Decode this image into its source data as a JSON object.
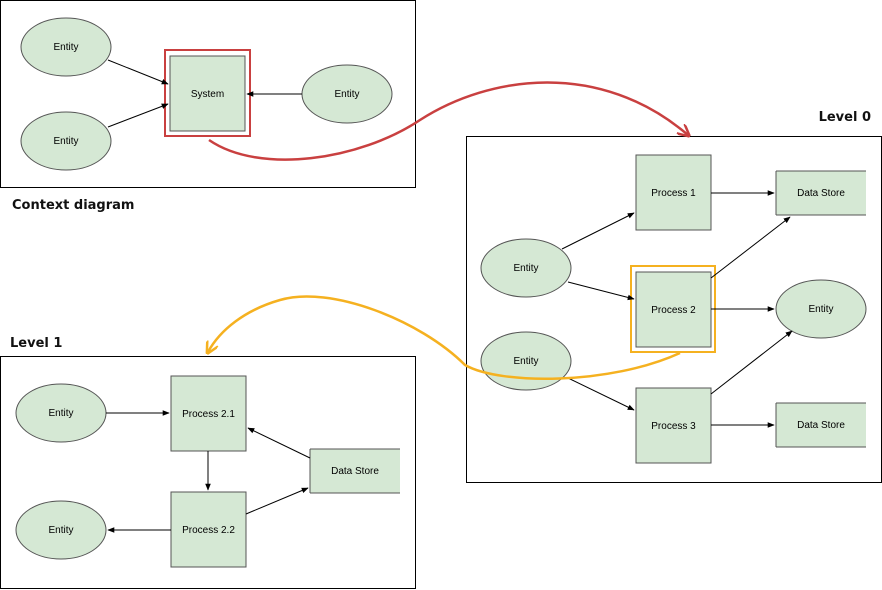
{
  "colors": {
    "node_fill": "#d5e8d4",
    "node_stroke": "#555555",
    "frame_stroke": "#000000",
    "red_highlight": "#c94040",
    "orange_highlight": "#f5b120"
  },
  "titles": {
    "context": "Context diagram",
    "level0": "Level 0",
    "level1": "Level 1"
  },
  "context": {
    "entity_top_left": "Entity",
    "entity_bottom_left": "Entity",
    "system": "System",
    "entity_right": "Entity"
  },
  "level0": {
    "entity_top": "Entity",
    "entity_bottom": "Entity",
    "process1": "Process 1",
    "process2": "Process 2",
    "process3": "Process 3",
    "store_top": "Data Store",
    "store_bottom": "Data Store",
    "entity_right": "Entity"
  },
  "level1": {
    "entity_top": "Entity",
    "entity_bottom": "Entity",
    "process21": "Process 2.1",
    "process22": "Process 2.2",
    "store": "Data Store"
  }
}
